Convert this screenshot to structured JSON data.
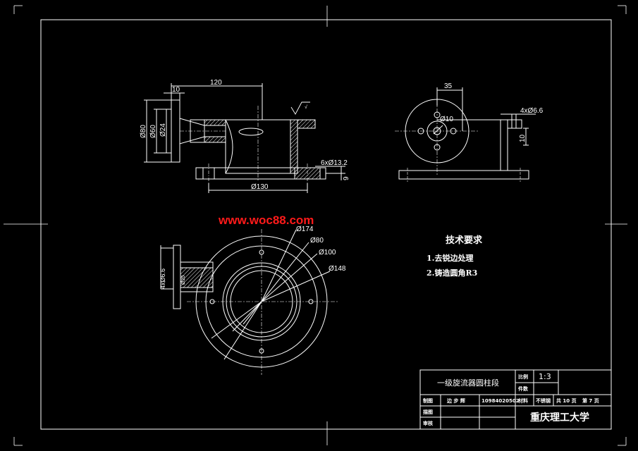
{
  "watermark": "www.woc88.com",
  "dimensions": {
    "front": {
      "d120": "120",
      "d10": "10",
      "d80": "Ø80",
      "d60": "Ø60",
      "d24": "Ø24",
      "roughness": "√",
      "holes": "6xØ13.2",
      "d9": "9",
      "d130": "Ø130"
    },
    "side": {
      "d35": "35",
      "d10hole": "Ø10",
      "holes4": "4xØ6.6",
      "d10": "10"
    },
    "top": {
      "d174": "Ø174",
      "d80": "Ø80",
      "d100": "Ø100",
      "d148": "Ø148",
      "left_holes": "4xØ6.6",
      "inner_small": "Ø20"
    }
  },
  "technical_requirements": {
    "title": "技术要求",
    "items": [
      "1.去锐边处理",
      "2.铸造圆角R3"
    ]
  },
  "title_block": {
    "drawing_name": "一级旋流器圆柱段",
    "scale_label": "比例",
    "scale_value": "1:3",
    "quantity_label": "件数",
    "drafter_label": "制图",
    "drafter_name": "边 步 辉",
    "student_id": "10984020502",
    "material_label": "材料",
    "material_value": "不锈钢",
    "total_pages": "共 10 页",
    "page_no": "第 7 页",
    "design_label": "描图",
    "review_label": "审核",
    "school": "重庆理工大学"
  },
  "colors": {
    "background": "#000000",
    "lines": "#ffffff",
    "watermark": "#ff1a1a",
    "hatch": "#ffffff"
  }
}
